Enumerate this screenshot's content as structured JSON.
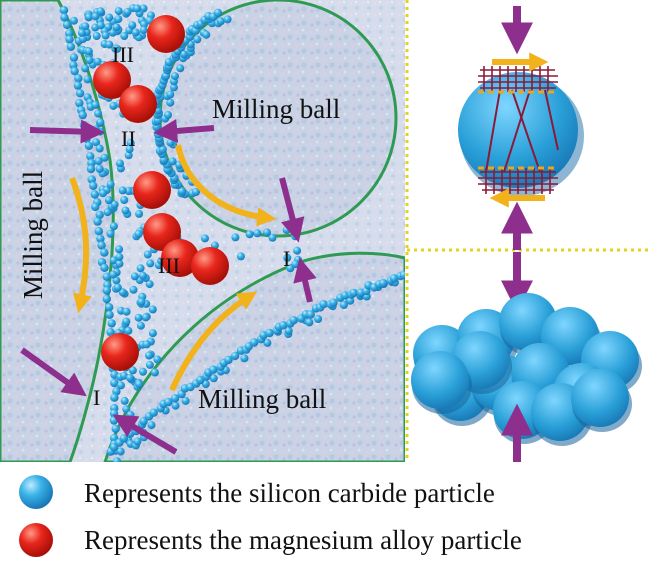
{
  "labels": {
    "milling_ball_top": "Milling ball",
    "milling_ball_left": "Milling ball",
    "milling_ball_bottom": "Milling ball",
    "zone_top": "III",
    "zone_middle": "II",
    "zone_lower": "III",
    "contact_right": "I",
    "contact_bottom": "I"
  },
  "legend": [
    {
      "text": "Represents the silicon carbide particle",
      "icon": "silicon-carbide-particle-icon",
      "color": "#2aa0d8"
    },
    {
      "text": "Represents the magnesium alloy particle",
      "icon": "magnesium-alloy-particle-icon",
      "color": "#e0201a"
    }
  ],
  "colors": {
    "ball_fill": "#c9d4e6",
    "ball_edge": "#2e9a52",
    "sic_particle": "#2aa0d8",
    "mg_particle": "#e0201a",
    "force_arrow": "#8e2f8e",
    "flow_arrow": "#f2b21b",
    "divider": "#e6d21c"
  }
}
